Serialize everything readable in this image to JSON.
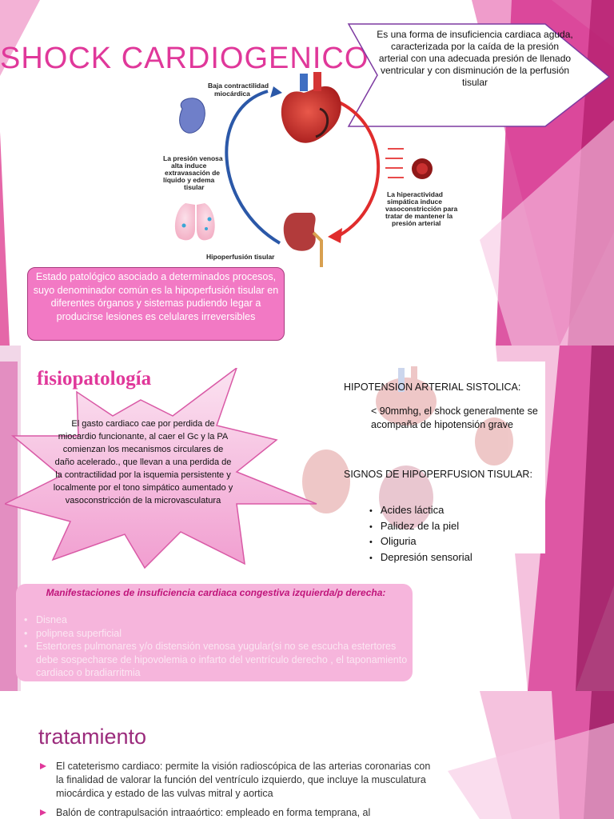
{
  "slide1": {
    "title": "SHOCK CARDIOGENICO",
    "definition": "Es una forma de insuficiencia cardiaca aguda, caracterizada por la caída de la presión arterial con una adecuada presión de llenado ventricular y con disminución de la perfusión tisular",
    "diagram": {
      "label_top": [
        "Baja contractilidad",
        "miocárdica"
      ],
      "label_left": [
        "La presión venosa",
        "alta induce",
        "extravasación de",
        "líquido y edema",
        "tisular"
      ],
      "label_right": [
        "La hiperactividad",
        "simpática induce",
        "vasoconstricción para",
        "tratar de mantener la",
        "presión arterial"
      ],
      "label_bottom": "Hipoperfusión tisular"
    },
    "estado": "Estado patológico asociado a determinados procesos, suyo denominador común es la hipoperfusión tisular en diferentes órganos y sistemas  pudiendo legar a producirse lesiones es  celulares irreversibles"
  },
  "slide2": {
    "title": "fisiopatología",
    "star_text": "El gasto cardiaco cae por perdida de miocardio funcionante, al caer el Gc y la PA  comienzan los mecanismos circulares de daño acelerado., que llevan a una perdida de la contractilidad por la isquemia persistente y localmente por el tono simpático aumentado y vasoconstricción de la microvasculatura",
    "hipotension_title": "HIPOTENSION ARTERIAL SISTOLICA:",
    "hipotension_body": "< 90mmhg, el shock generalmente se acompaña  de hipotensión grave",
    "signos_title": "SIGNOS DE HIPOPERFUSION TISULAR:",
    "signos": [
      "Acides láctica",
      "Palidez de la piel",
      "Oliguria",
      "Depresión sensorial"
    ],
    "manifestaciones_title": "Manifestaciones de insuficiencia cardiaca congestiva izquierda/p derecha:",
    "manifestaciones": [
      "Disnea",
      "polipnea superficial",
      "Estertores pulmonares y/o distensión venosa yugular(si no se escucha estertores debe sospecharse de hipovolemia o infarto del ventrículo derecho ,  el taponamiento cardiaco o bradiarritmia"
    ]
  },
  "slide3": {
    "title": "tratamiento",
    "items": [
      "El cateterismo cardiaco: permite  la visión radioscópica de las arterias coronarias  con la finalidad de valorar la función del ventrículo izquierdo, que incluye la musculatura miocárdica y estado de las  vulvas mitral y aortica",
      "Balón de contrapulsación intraaórtico: empleado en forma temprana, al"
    ]
  },
  "colors": {
    "accent_pink": "#e0389a",
    "dark_magenta": "#9b2b7c",
    "light_pink": "#f6b5dc",
    "box_pink": "#f279c4"
  }
}
